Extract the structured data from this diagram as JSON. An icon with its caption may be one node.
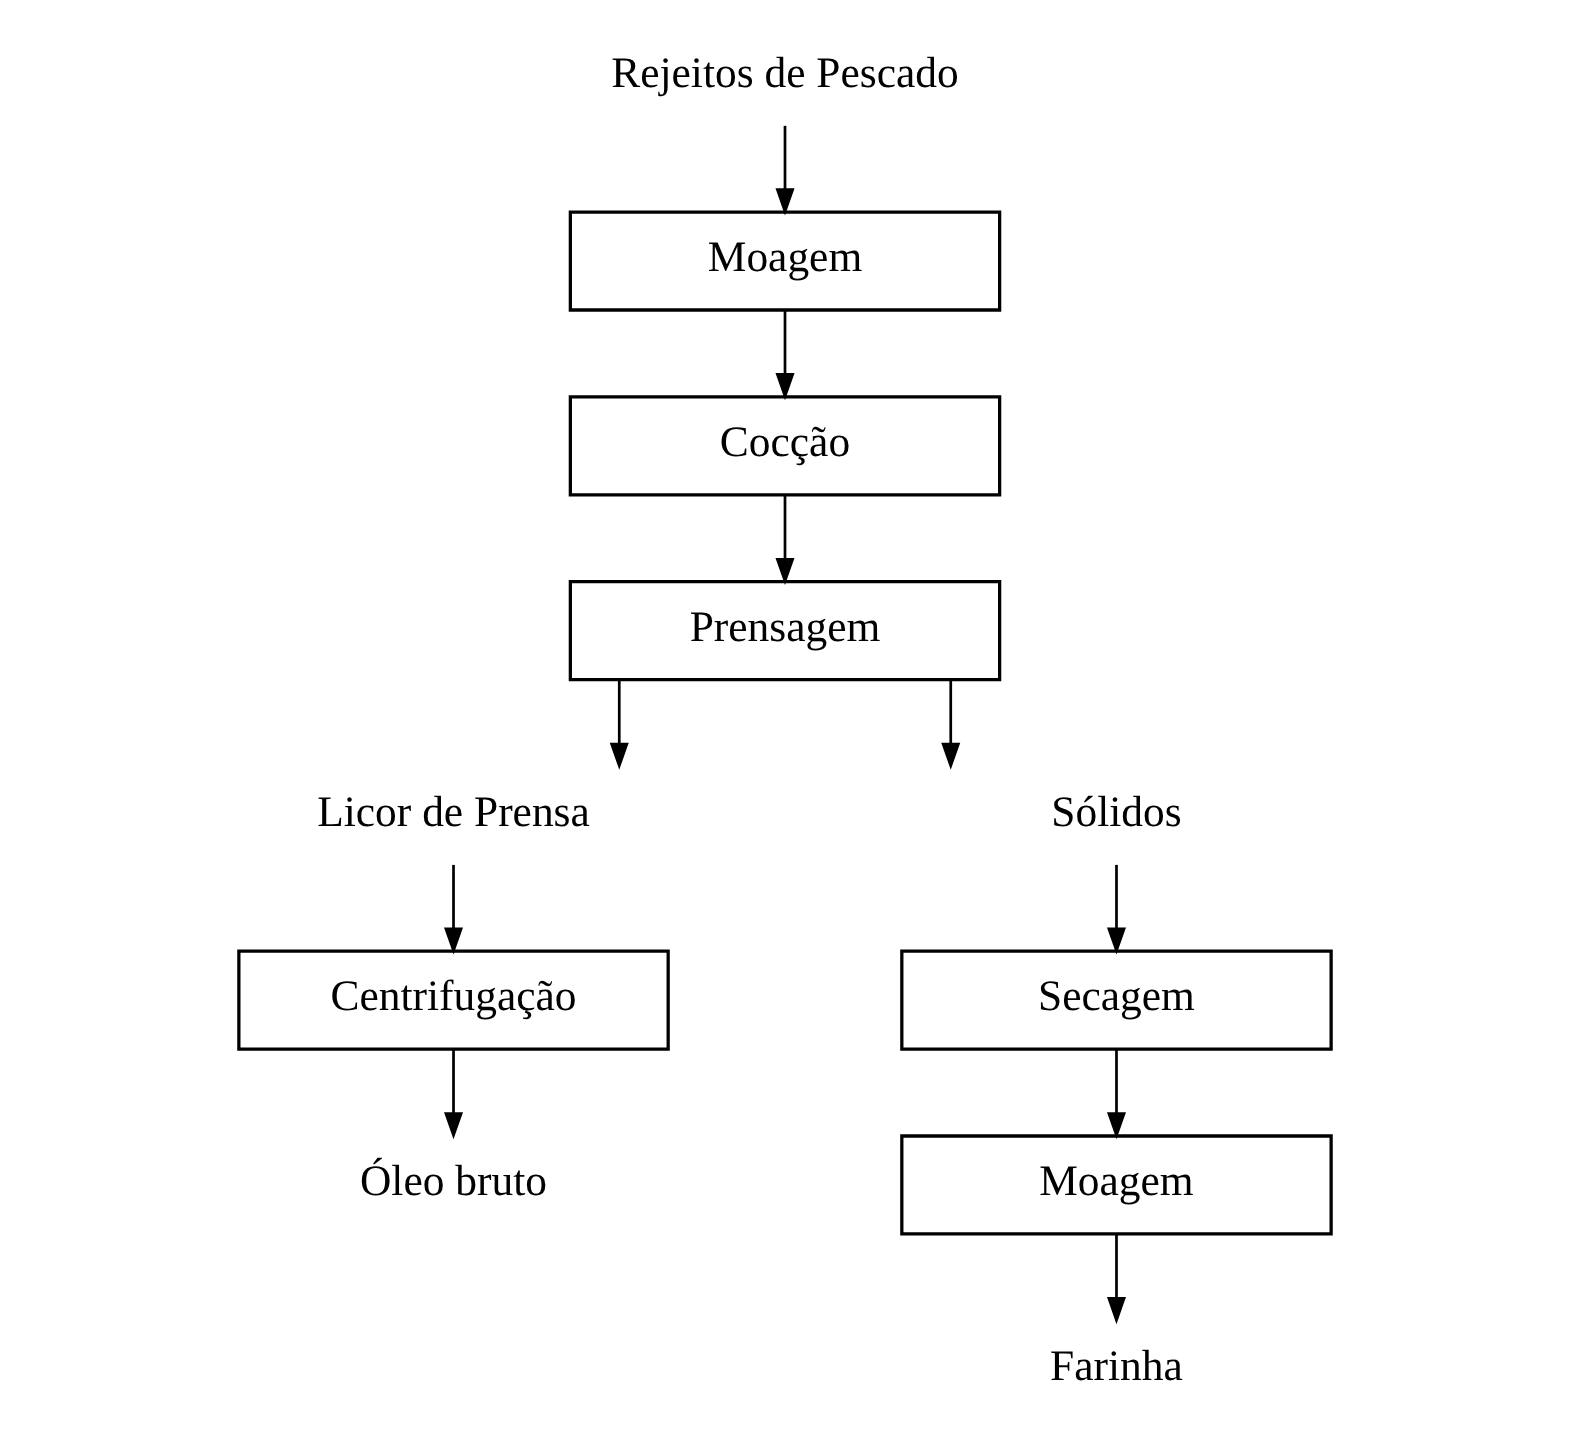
{
  "diagram": {
    "nodes": [
      {
        "text": [
          "Rejeitos de Pescado"
        ]
      },
      {
        "text": [
          "Moagem"
        ]
      },
      {
        "text": [
          "Cocção"
        ]
      },
      {
        "text": [
          "Prensagem"
        ]
      },
      {
        "text": [
          "Licor de Prensa"
        ]
      },
      {
        "text": [
          "Centrifugação"
        ]
      },
      {
        "text": [
          "Óleo bruto"
        ]
      },
      {
        "text": [
          "Sólidos"
        ]
      },
      {
        "text": [
          "Secagem"
        ]
      },
      {
        "text": [
          "Moagem"
        ]
      },
      {
        "text": [
          "Farinha"
        ]
      }
    ],
    "edges": [
      {
        "from": 0,
        "to": 1,
        "arrow": "to"
      },
      {
        "from": 1,
        "to": 2,
        "arrow": "to"
      },
      {
        "from": 2,
        "to": 3,
        "arrow": "to"
      },
      {
        "from": 3,
        "to": 4,
        "arrow": "to"
      },
      {
        "from": 3,
        "to": 7,
        "arrow": "to"
      },
      {
        "from": 4,
        "to": 5,
        "arrow": "to"
      },
      {
        "from": 5,
        "to": 6,
        "arrow": "to"
      },
      {
        "from": 7,
        "to": 8,
        "arrow": "to"
      },
      {
        "from": 8,
        "to": 9,
        "arrow": "to"
      },
      {
        "from": 9,
        "to": 10,
        "arrow": "to"
      }
    ]
  }
}
